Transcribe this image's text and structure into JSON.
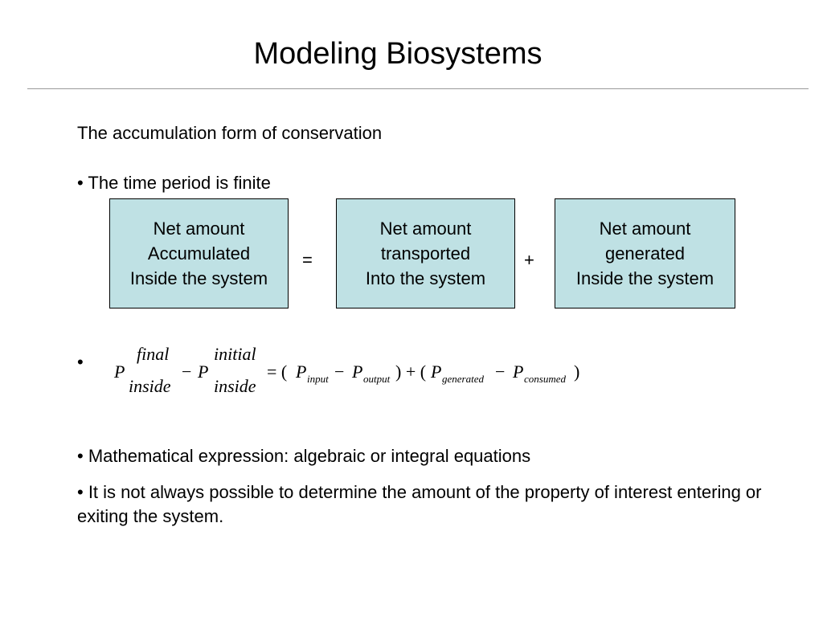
{
  "slide": {
    "title": "Modeling Biosystems",
    "heading": "The accumulation form of conservation",
    "bullet_time": "•  The time period is finite",
    "boxes": [
      {
        "line1": "Net amount",
        "line2": "Accumulated",
        "line3": "Inside the system"
      },
      {
        "line1": "Net amount",
        "line2": "transported",
        "line3": "Into the system"
      },
      {
        "line1": "Net amount",
        "line2": "generated",
        "line3": "Inside the system"
      }
    ],
    "operators": {
      "equals": "=",
      "plus": "+"
    },
    "formula_bullet": "•",
    "formula": {
      "p1": "P",
      "sup1": "final",
      "sub1": "inside",
      "minus": "−",
      "p2": "P",
      "sup2": "initial",
      "sub2": "inside",
      "rhs_start": "= (",
      "p3": "P",
      "s3": "input",
      "p4": "P",
      "s4": "output",
      "mid": ") + (",
      "p5": "P",
      "s5": "generated",
      "p6": "P",
      "s6": "consumed",
      "end": ")"
    },
    "bullet_math": "• Mathematical expression: algebraic or integral equations",
    "bullet_possible": "• It is not always possible to determine the amount of the property of interest entering or exiting the system."
  }
}
